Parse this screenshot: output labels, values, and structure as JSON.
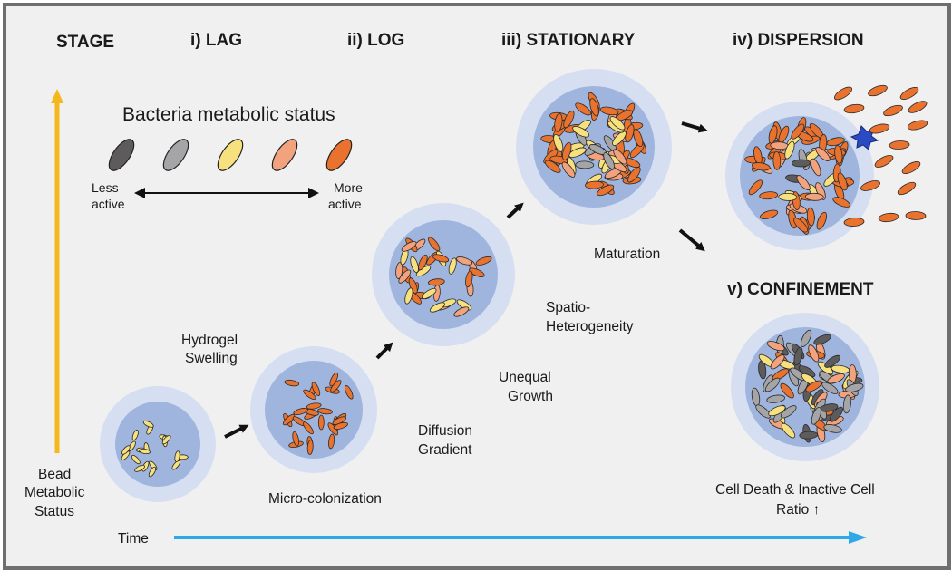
{
  "headers": {
    "stage": "STAGE",
    "lag": "i) LAG",
    "log": "ii) LOG",
    "stationary": "iii) STATIONARY",
    "dispersion": "iv) DISPERSION",
    "confinement": "v) CONFINEMENT"
  },
  "legend": {
    "title": "Bacteria metabolic status",
    "less": [
      "Less",
      "active"
    ],
    "more": [
      "More",
      "active"
    ]
  },
  "colors": {
    "inactive_dark": "#5e5b5d",
    "inactive_gray": "#a5a5a8",
    "yellow": "#f7e17f",
    "salmon": "#f2a27c",
    "orange": "#e8722e",
    "bead_outer": "#d5dff1",
    "bead_inner": "#9fb5de",
    "time_arrow": "#2ea8e8",
    "metabolic_arrow": "#f4b81c"
  },
  "labels": {
    "hydrogel": [
      "Hydrogel",
      "Swelling"
    ],
    "micro": "Micro-colonization",
    "diffusion": [
      "Diffusion",
      "Gradient"
    ],
    "unequal": [
      "Unequal",
      "Growth"
    ],
    "spatio": [
      "Spatio-",
      "Heterogeneity"
    ],
    "maturation": "Maturation",
    "death": [
      "Cell Death & Inactive Cell",
      "Ratio ↑"
    ]
  },
  "axes": {
    "y_label": [
      "Bead",
      "Metabolic",
      "Status"
    ],
    "x_label": "Time"
  }
}
